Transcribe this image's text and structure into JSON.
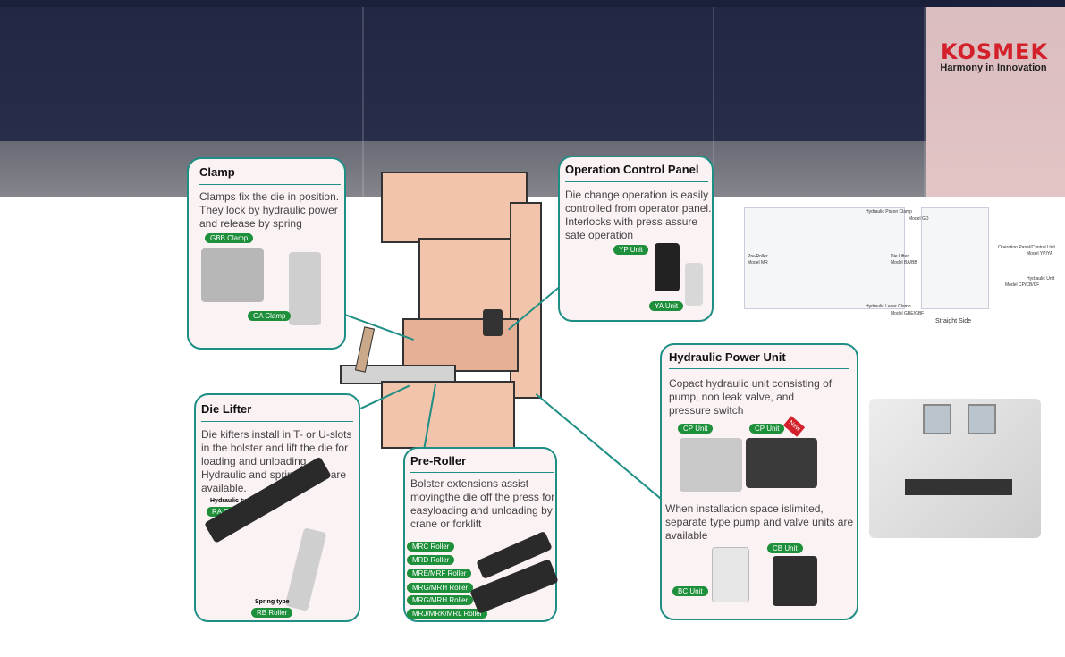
{
  "brand": {
    "name": "KOSMEK",
    "tagline": "Harmony in Innovation"
  },
  "clamp": {
    "title": "Clamp",
    "text": "Clamps fix the die in position. They lock by hydraulic power and release by spring",
    "tags": [
      "GBB Clamp",
      "GA Clamp"
    ]
  },
  "operation_panel": {
    "title": "Operation Control Panel",
    "text": "Die change operation is easily controlled from operator panel. Interlocks with press assure safe operation",
    "tags": [
      "YP Unit",
      "YA Unit"
    ]
  },
  "die_lifter": {
    "title": "Die Lifter",
    "text": "Die kifters install in T- or U-slots in the bolster and lift the die for loading and unloading. Hydraulic and spring types are available.",
    "hydraulic_type": "Hydraulic type",
    "spring_type": "Spring type",
    "tags": [
      "RA Roller",
      "RB Roller"
    ]
  },
  "pre_roller": {
    "title": "Pre-Roller",
    "text": "Bolster extensions assist movingthe die off the press for easyloading and unloading by crane or forklift",
    "tags": [
      "MRC Roller",
      "MRD Roller",
      "MRE/MRF Roller",
      "MRG/MRH Roller",
      "MRG/MRH Roller",
      "MRJ/MRK/MRL Roller"
    ]
  },
  "hydraulic_power": {
    "title": "Hydraulic Power Unit",
    "text": "Copact hydraulic unit consisting of pump, non leak valve, and pressure switch",
    "text2": "When installation space islimited, separate type pump and valve units are available",
    "tags": [
      "CP Unit",
      "CP Unit",
      "CB Unit",
      "BC Unit"
    ],
    "new_badge": "New"
  },
  "diagram": {
    "caption": "Straight Side",
    "labels": [
      "Hydraulic Piston Clamp",
      "Die Lifter",
      "Operation Panel/Control Unit",
      "Pre-Roller",
      "Hydraulic Unit",
      "Hydraulic Lever Clamp"
    ],
    "models": [
      "Model GD",
      "Model BA/BB",
      "Model YP/YA",
      "Model MR",
      "Model CP/CB/CF",
      "Model GBE/GBF"
    ]
  },
  "colors": {
    "accent": "#1f8f86",
    "tag_green": "#1e8f3a",
    "brand_red": "#d3202a",
    "navy": "#121838"
  }
}
